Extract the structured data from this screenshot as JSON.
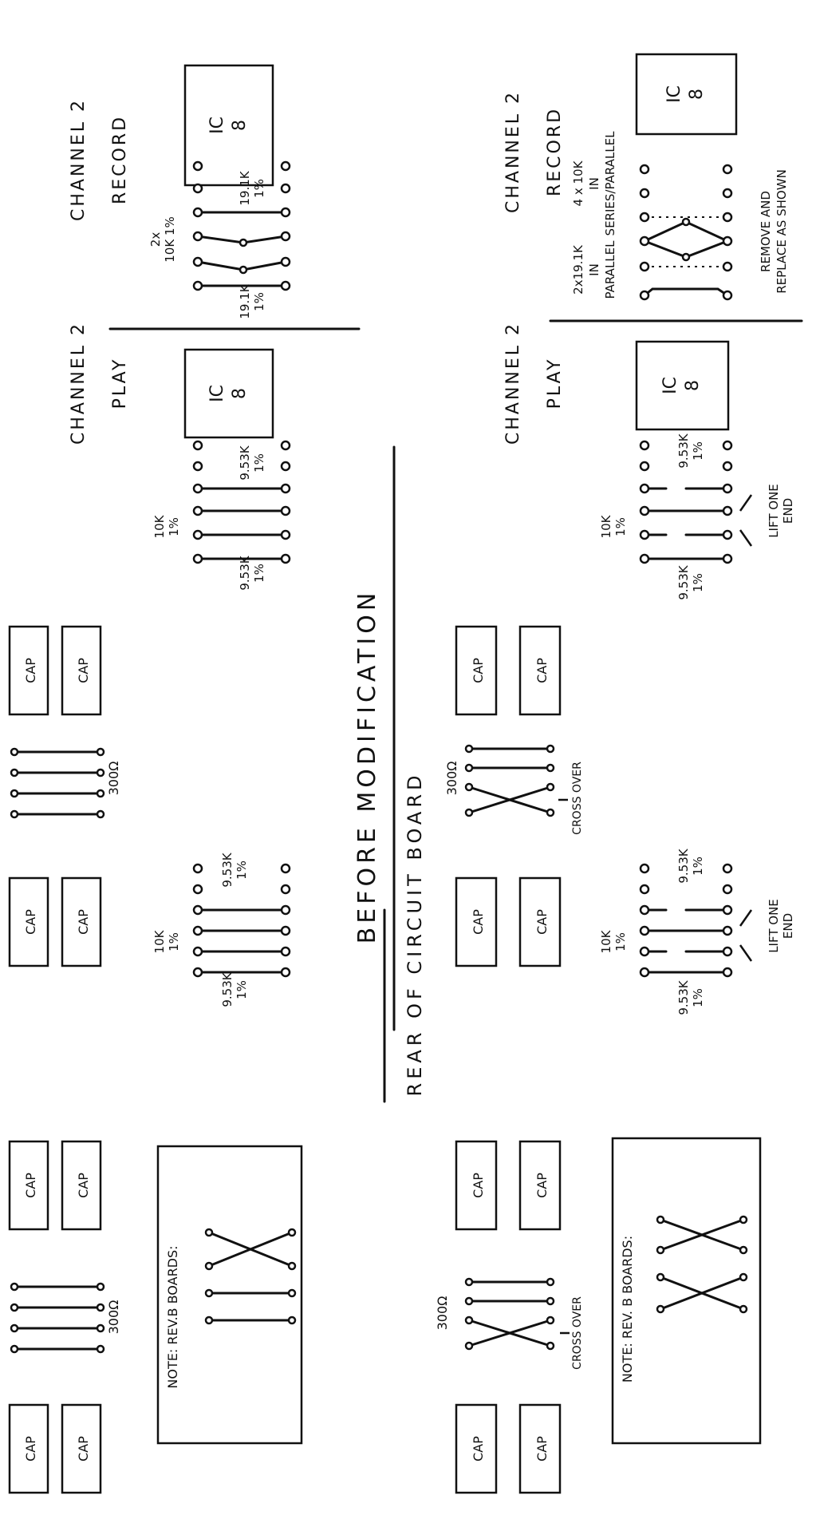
{
  "title_top": "BEFORE MODIFICATION",
  "title_bottom": "REAR OF CIRCUIT BOARD",
  "before": {
    "cap_label": "CAP",
    "resistor_300": "300Ω",
    "network_labels": {
      "r10k": "10K",
      "r10k_tol": "1%",
      "r953": "9.53K",
      "r953_tol": "1%"
    },
    "note": "NOTE: REV.B BOARDS:",
    "play": {
      "title": "CHANNEL 2",
      "subtitle": "PLAY",
      "ic": "IC",
      "ic_num": "8"
    },
    "record": {
      "title": "CHANNEL 2",
      "subtitle": "RECORD",
      "top_label_1": "2x",
      "top_label_2": "10K 1%",
      "r19": "19.1K",
      "r19_tol": "1%",
      "ic": "IC",
      "ic_num": "8"
    }
  },
  "after": {
    "cap_label": "CAP",
    "resistor_300": "300Ω",
    "cross_over": "CROSS OVER",
    "lift_one_end_1": "LIFT ONE",
    "lift_one_end_2": "END",
    "note": "NOTE: REV. B BOARDS:",
    "network_labels": {
      "r10k": "10K",
      "r10k_tol": "1%",
      "r953": "9.53K",
      "r953_tol": "1%"
    },
    "play": {
      "title": "CHANNEL 2",
      "subtitle": "PLAY",
      "ic": "IC",
      "ic_num": "8"
    },
    "record": {
      "title": "CHANNEL 2",
      "subtitle": "RECORD",
      "series_1": "4 x 10K",
      "series_2": "IN",
      "series_3": "SERIES/PARALLEL",
      "parallel_1": "2x19.1K",
      "parallel_2": "IN",
      "parallel_3": "PARALLEL",
      "remove_1": "REMOVE AND",
      "remove_2": "REPLACE AS SHOWN",
      "ic": "IC",
      "ic_num": "8"
    }
  }
}
